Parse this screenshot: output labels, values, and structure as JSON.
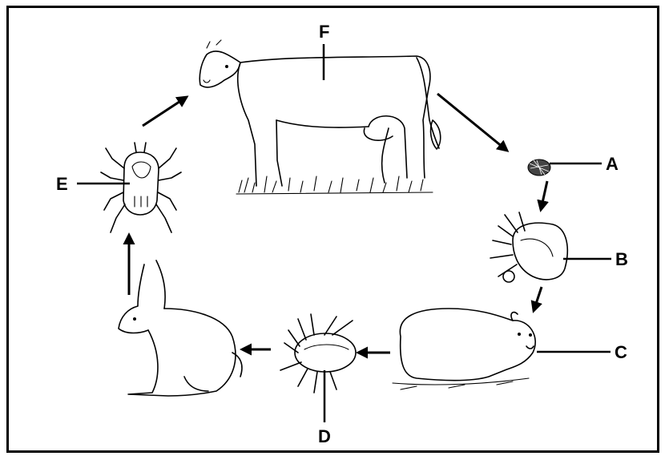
{
  "diagram": {
    "labels": {
      "A": "A",
      "B": "B",
      "C": "C",
      "D": "D",
      "E": "E",
      "F": "F"
    },
    "stages": [
      {
        "id": "F",
        "icon": "cow-icon"
      },
      {
        "id": "A",
        "icon": "egg-mass-icon"
      },
      {
        "id": "B",
        "icon": "engorged-tick-icon"
      },
      {
        "id": "C",
        "icon": "hyrax-icon"
      },
      {
        "id": "D",
        "icon": "engorged-nymph-icon"
      },
      {
        "id": "E",
        "icon": "adult-tick-icon"
      }
    ],
    "intermediate_hosts": [
      {
        "icon": "rabbit-icon"
      }
    ],
    "colors": {
      "ink": "#000000",
      "background": "#ffffff"
    }
  }
}
